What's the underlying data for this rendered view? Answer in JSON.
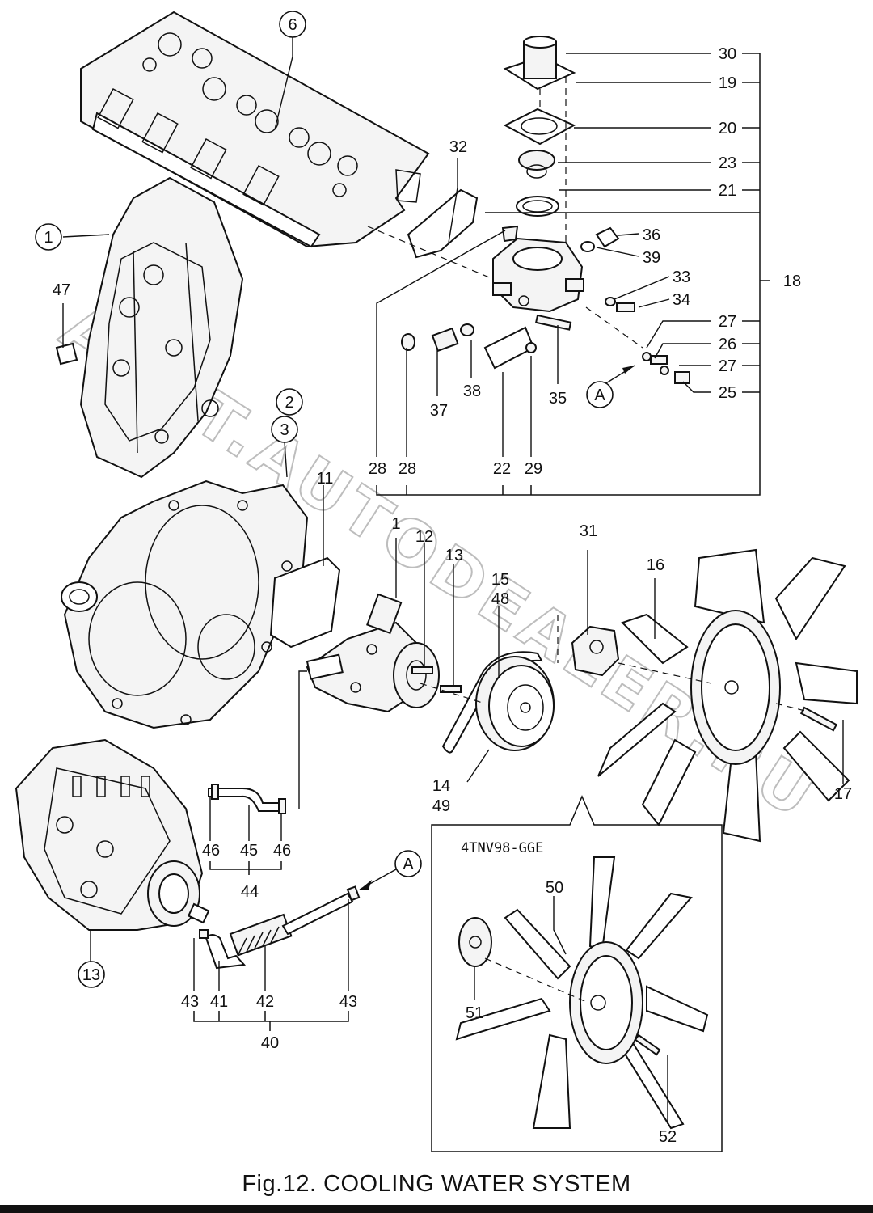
{
  "caption": "Fig.12.  COOLING WATER SYSTEM",
  "inset_model": "4TNV98-GGE",
  "watermark": "AGAT.AUTODEALER.RU",
  "circle_ref_A": "A",
  "parts": {
    "p1": "1",
    "p2": "2",
    "p3": "3",
    "p6": "6",
    "p11": "11",
    "p12": "12",
    "p13": "13",
    "p14": "14",
    "p15": "15",
    "p16": "16",
    "p17": "17",
    "p18": "18",
    "p19": "19",
    "p20": "20",
    "p21": "21",
    "p22": "22",
    "p23": "23",
    "p25": "25",
    "p26": "26",
    "p27": "27",
    "p28": "28",
    "p29": "29",
    "p30": "30",
    "p31": "31",
    "p32": "32",
    "p33": "33",
    "p34": "34",
    "p35": "35",
    "p36": "36",
    "p37": "37",
    "p38": "38",
    "p39": "39",
    "p40": "40",
    "p41": "41",
    "p42": "42",
    "p43": "43",
    "p44": "44",
    "p45": "45",
    "p46": "46",
    "p47": "47",
    "p48": "48",
    "p49": "49",
    "p50": "50",
    "p51": "51",
    "p52": "52"
  }
}
